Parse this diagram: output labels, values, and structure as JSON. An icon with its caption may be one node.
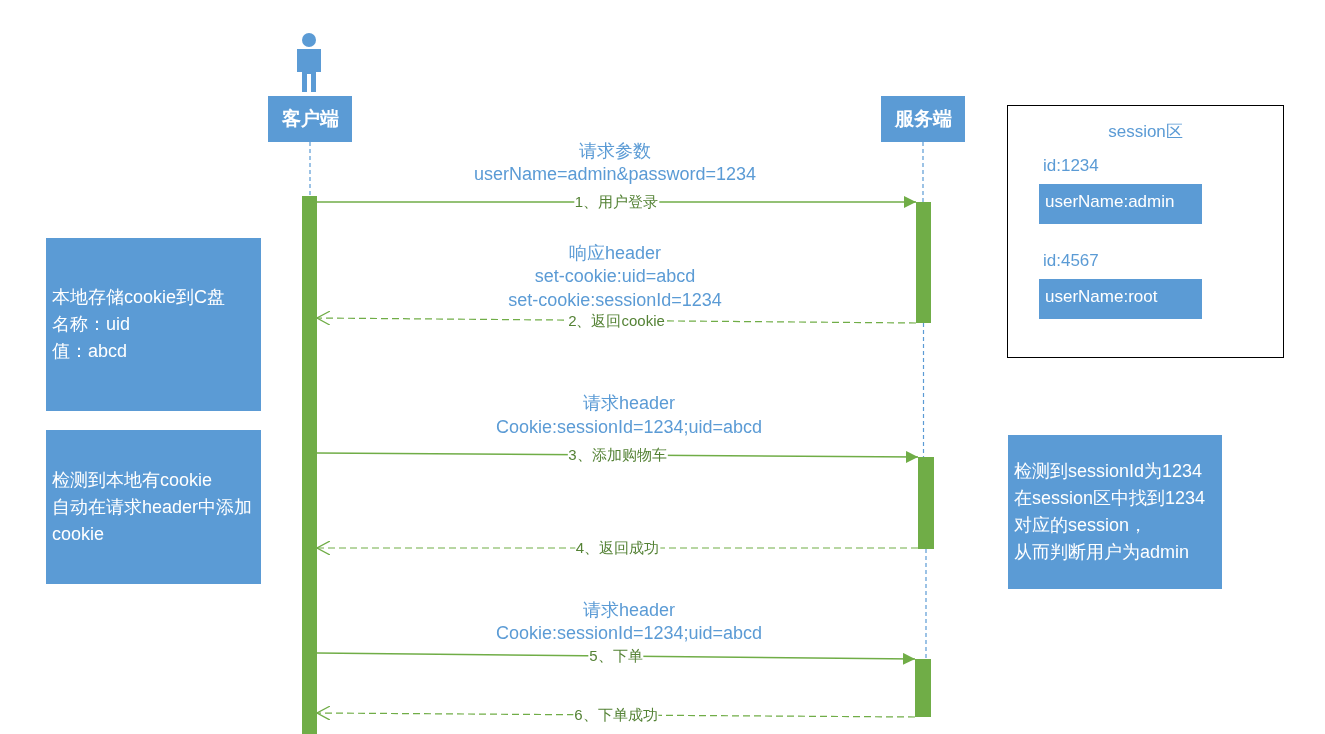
{
  "diagram": {
    "nodes": [
      {
        "text": [
          "客户端"
        ]
      },
      {
        "text": [
          "服务端"
        ]
      },
      {
        "text": [],
        "shape": "bar"
      },
      {
        "text": [],
        "shape": "bar"
      },
      {
        "text": [],
        "shape": "bar"
      },
      {
        "text": [],
        "shape": "bar"
      },
      {
        "text": [
          "session区"
        ]
      },
      {
        "text": [
          "id:1234",
          "userName:admin"
        ],
        "in": 6
      },
      {
        "text": [
          "id:4567",
          "userName:root"
        ],
        "in": 6
      },
      {
        "text": [
          "本地存储cookie到C盘",
          "名称：uid",
          "值：abcd"
        ]
      },
      {
        "text": [
          "检测到本地有cookie",
          "自动在请求header中添加cookie"
        ]
      },
      {
        "text": [
          "检测到sessionId为1234",
          "在session区中找到1234对应的session，",
          "从而判断用户为admin"
        ]
      }
    ],
    "edges": [
      {
        "from": 0,
        "to": 2,
        "arrow": "none",
        "style": "dashed",
        "color": "#5b9bd5"
      },
      {
        "from": 1,
        "to": 3,
        "arrow": "none",
        "style": "dashed",
        "color": "#5b9bd5"
      },
      {
        "from": 3,
        "to": 4,
        "arrow": "none",
        "style": "dashed",
        "color": "#5b9bd5"
      },
      {
        "from": 4,
        "to": 5,
        "arrow": "none",
        "style": "dashed",
        "color": "#5b9bd5"
      },
      {
        "from": 2,
        "to": 3,
        "arrow": "to",
        "label": "1、用户登录"
      },
      {
        "from": 3,
        "to": 2,
        "arrow": "to",
        "style": "dashed",
        "label": "2、返回cookie"
      },
      {
        "from": 2,
        "to": 4,
        "arrow": "to",
        "label": "3、添加购物车"
      },
      {
        "from": 4,
        "to": 2,
        "arrow": "to",
        "style": "dashed",
        "label": "4、返回成功"
      },
      {
        "from": 2,
        "to": 5,
        "arrow": "to",
        "label": "5、下单"
      },
      {
        "from": 5,
        "to": 2,
        "arrow": "to",
        "style": "dashed",
        "label": "6、下单成功"
      }
    ],
    "labels": [
      "请求参数",
      "userName=admin&password=1234",
      "响应header",
      "set-cookie:uid=abcd",
      "set-cookie:sessionId=1234",
      "请求header",
      "Cookie:sessionId=1234;uid=abcd",
      "请求header",
      "Cookie:sessionId=1234;uid=abcd"
    ]
  }
}
